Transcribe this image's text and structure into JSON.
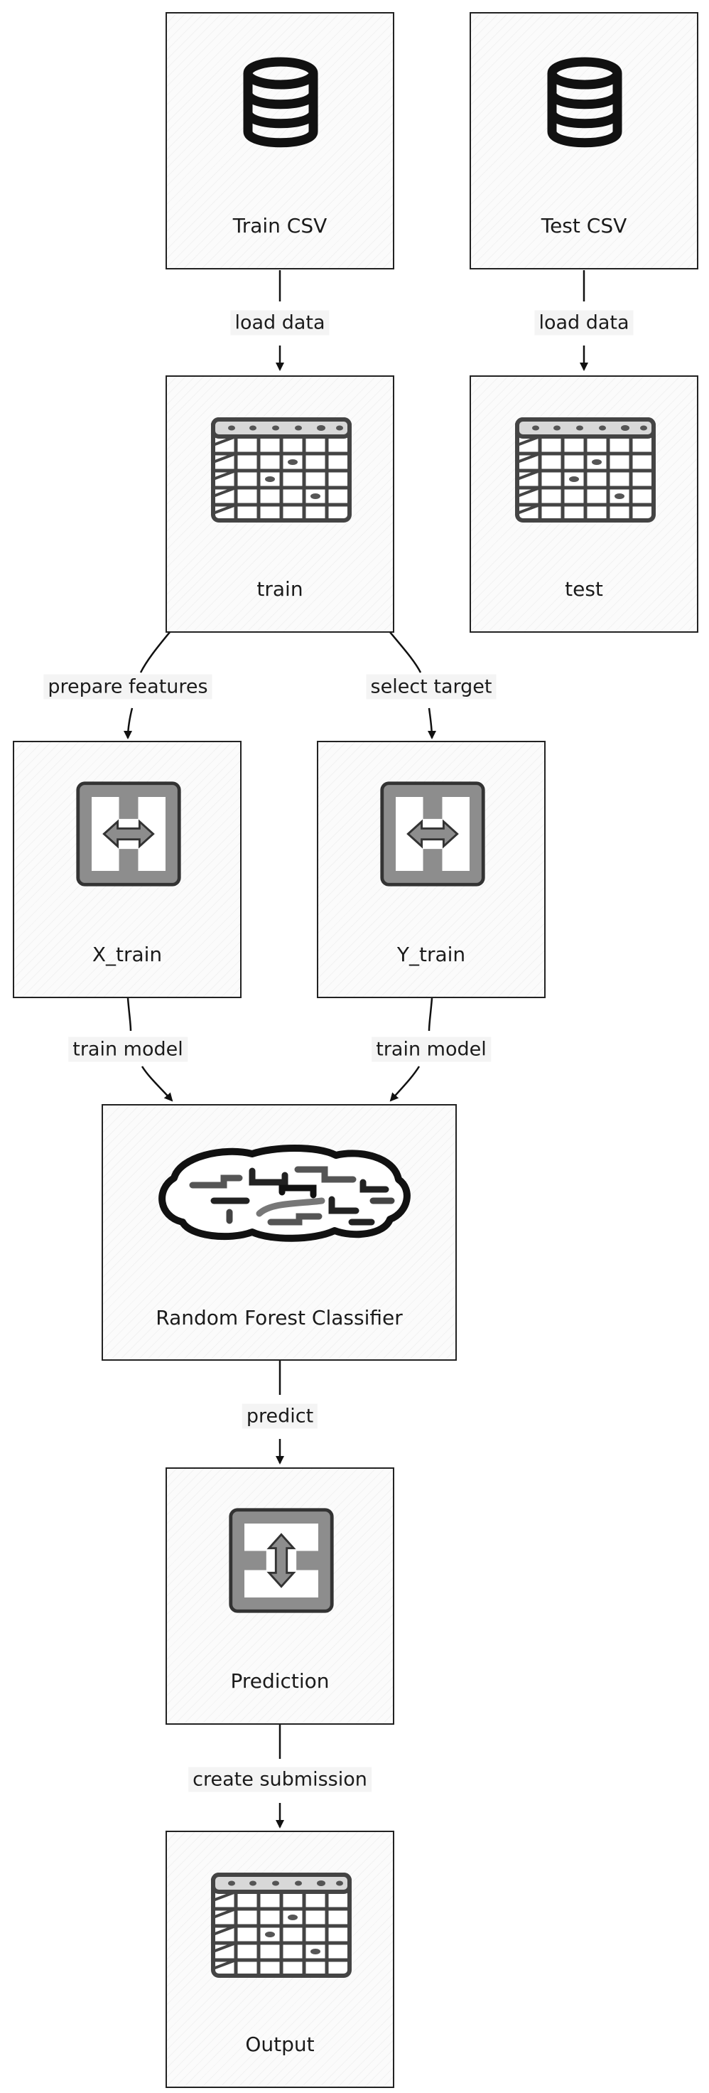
{
  "diagram": {
    "nodes": {
      "train_csv": {
        "label": "Train CSV",
        "icon": "database-icon"
      },
      "test_csv": {
        "label": "Test CSV",
        "icon": "database-icon"
      },
      "train": {
        "label": "train",
        "icon": "table-icon"
      },
      "test": {
        "label": "test",
        "icon": "table-icon"
      },
      "x_train": {
        "label": "X_train",
        "icon": "horizontal-transform-icon"
      },
      "y_train": {
        "label": "Y_train",
        "icon": "horizontal-transform-icon"
      },
      "model": {
        "label": "Random Forest Classifier",
        "icon": "brain-icon"
      },
      "prediction": {
        "label": "Prediction",
        "icon": "vertical-transform-icon"
      },
      "output": {
        "label": "Output",
        "icon": "table-icon"
      }
    },
    "edges": {
      "load_train": {
        "label": "load data"
      },
      "load_test": {
        "label": "load data"
      },
      "prepare_features": {
        "label": "prepare features"
      },
      "select_target": {
        "label": "select target"
      },
      "train_model_x": {
        "label": "train model"
      },
      "train_model_y": {
        "label": "train model"
      },
      "predict": {
        "label": "predict"
      },
      "create_submission": {
        "label": "create submission"
      }
    }
  }
}
